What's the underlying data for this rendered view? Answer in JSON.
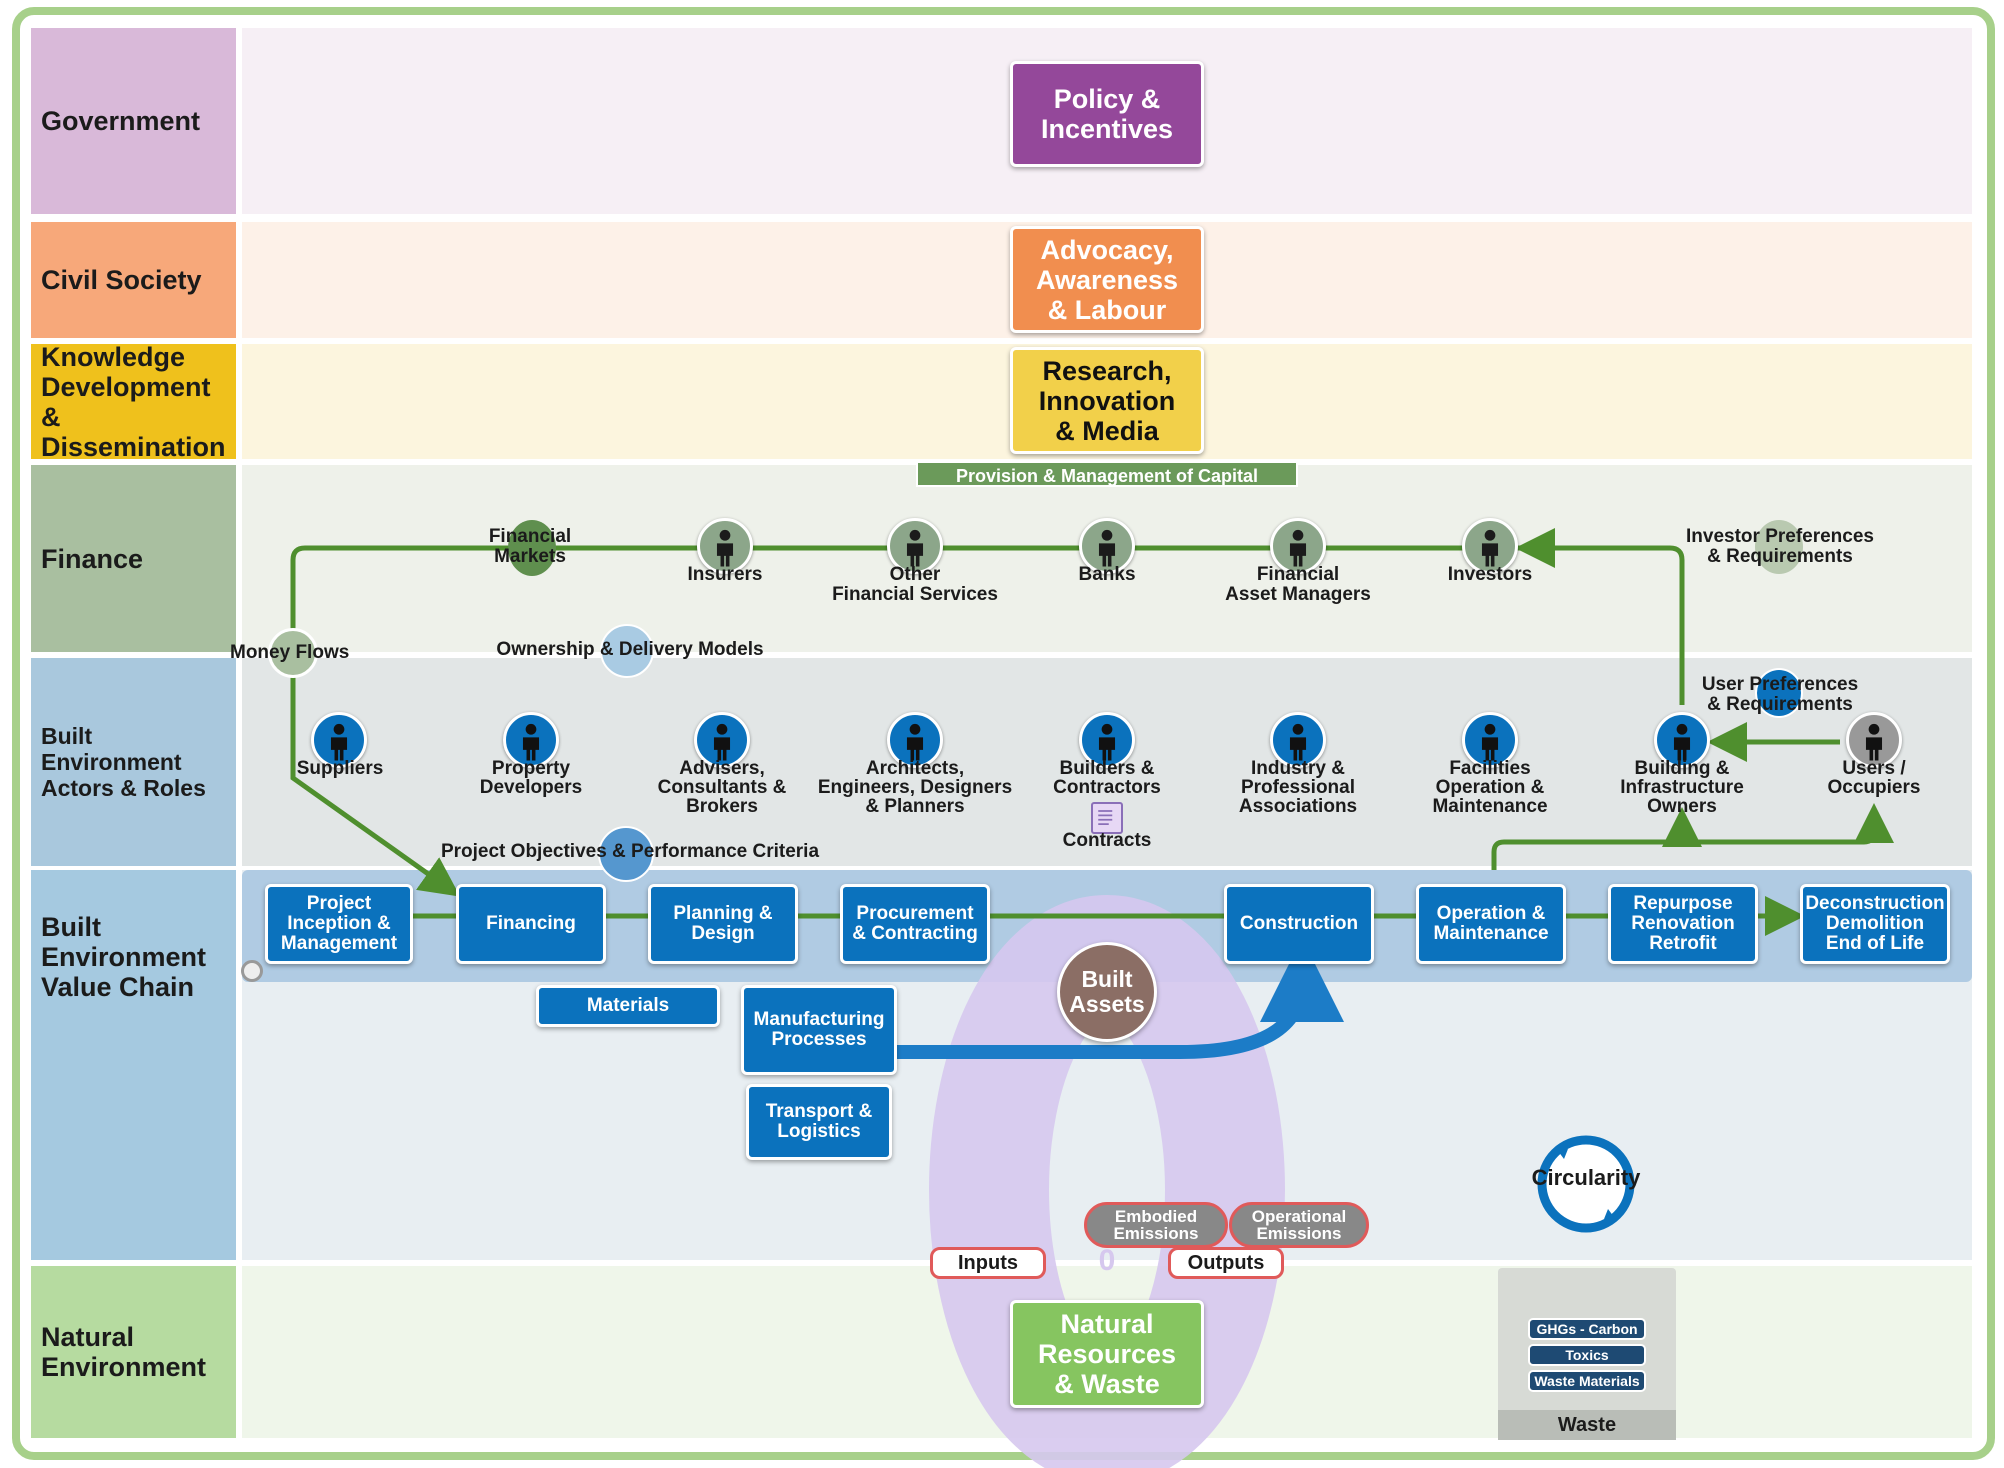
{
  "lanes": [
    {
      "label": "Government",
      "color": "#d9b9d9",
      "bg": "#f6eff5"
    },
    {
      "label": "Civil Society",
      "color": "#f7a87a",
      "bg": "#fdf1e8"
    },
    {
      "label": "Knowledge Development & Dissemination",
      "color": "#efc11c",
      "bg": "#fcf5de"
    },
    {
      "label": "Finance",
      "color": "#a9bfa0",
      "bg": "#eef1ea"
    },
    {
      "label": "Built Environment Actors & Roles",
      "color": "#a9c8dd",
      "bg": "#e2e6e6"
    },
    {
      "label": "Built Environment Value Chain",
      "color": "#a5c9e0",
      "bg": "#e8eef2"
    },
    {
      "label": "Natural Environment",
      "color": "#b6dba0",
      "bg": "#eff6ea"
    }
  ],
  "government_box": "Policy &\nIncentives",
  "civil_box": "Advocacy,\nAwareness\n& Labour",
  "knowledge_box": "Research,\nInnovation\n& Media",
  "capital_bar": "Provision & Management of Capital",
  "finance": {
    "financial_markets": "Financial\nMarkets",
    "insurers": "Insurers",
    "other_financial": "Other\nFinancial Services",
    "banks": "Banks",
    "asset_managers": "Financial\nAsset Managers",
    "investors": "Investors",
    "investor_prefs": "Investor Preferences\n& Requirements",
    "money_flows": "Money Flows",
    "ownership_models": "Ownership & Delivery Models"
  },
  "actors": {
    "suppliers": "Suppliers",
    "developers": "Property\nDevelopers",
    "advisers": "Advisers,\nConsultants &\nBrokers",
    "architects": "Architects,\nEngineers, Designers\n& Planners",
    "builders": "Builders &\nContractors",
    "contracts": "Contracts",
    "associations": "Industry &\nProfessional\nAssociations",
    "facilities": "Facilities\nOperation &\nMaintenance",
    "owners": "Building &\nInfrastructure\nOwners",
    "users": "Users /\nOccupiers",
    "user_prefs": "User Preferences\n& Requirements",
    "objectives": "Project Objectives & Performance Criteria"
  },
  "value_chain": {
    "project_inception": "Project\nInception &\nManagement",
    "financing": "Financing",
    "planning": "Planning &\nDesign",
    "procurement": "Procurement\n& Contracting",
    "construction": "Construction",
    "operation": "Operation &\nMaintenance",
    "repurpose": "Repurpose\nRenovation\nRetrofit",
    "deconstruction": "Deconstruction\nDemolition\nEnd of Life",
    "materials": "Materials",
    "manufacturing": "Manufacturing\nProcesses",
    "transport": "Transport &\nLogistics",
    "built_assets": "Built\nAssets",
    "circularity": "Circularity"
  },
  "natural": {
    "embodied": "Embodied\nEmissions",
    "operational": "Operational\nEmissions",
    "inputs": "Inputs",
    "outputs": "Outputs",
    "zero_mark": "0",
    "resources_box": "Natural\nResources\n& Waste",
    "waste_items": [
      "GHGs - Carbon",
      "Toxics",
      "Waste Materials"
    ],
    "waste_label": "Waste"
  },
  "colors": {
    "policy": "#94489a",
    "advocacy": "#f18e4f",
    "research": "#f2d04a",
    "value_chain_blue": "#0b72bd",
    "finance_green": "#4f8f2e",
    "finance_person": "#8ca68a",
    "actor_person": "#0b72bd",
    "user_person": "#999999",
    "natural_green": "#86c560",
    "loop_lavender": "#d6c8ee",
    "built_assets": "#8b6e65"
  }
}
